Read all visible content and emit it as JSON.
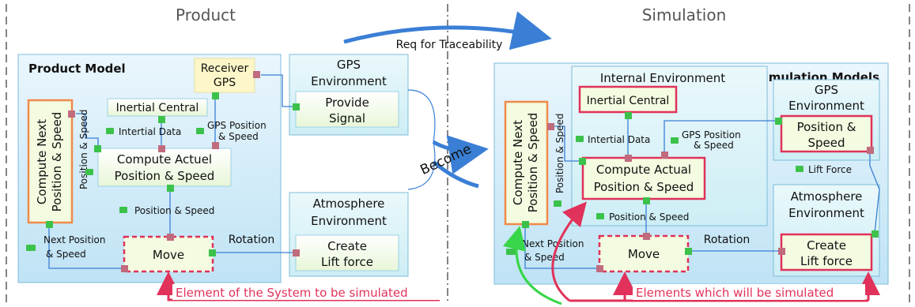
{
  "headers": {
    "left": "Product",
    "right": "Simulation"
  },
  "top_arrow_label": "Req for Traceability",
  "middle_arrow_label": "Become",
  "product": {
    "panel_title": "Product Model",
    "receiver_gps": [
      "Receiver",
      "GPS"
    ],
    "inertial_central": "Inertial Central",
    "compute_next": [
      "Compute Next",
      "Position & Speed"
    ],
    "compute_actuel": [
      "Compute Actuel",
      "Position & Speed"
    ],
    "move": "Move",
    "gps_env_title": [
      "GPS",
      "Environment"
    ],
    "provide_signal": [
      "Provide",
      "Signal"
    ],
    "atm_env_title": [
      "Atmosphere",
      "Environment"
    ],
    "create_lift": [
      "Create",
      "Lift force"
    ],
    "labels": {
      "position_speed_vertical": "Position & Speed",
      "intertial_data": "Intertial Data",
      "gps_position": [
        "GPS Position",
        "& Speed"
      ],
      "position_speed": "Position & Speed",
      "next_position": [
        "Next Position",
        "& Speed"
      ],
      "rotation": "Rotation"
    },
    "note": "Element of the System to be simulated"
  },
  "simulation": {
    "panel_title": "Simulation Models",
    "internal_env_title": "Internal Environment",
    "inertial_central": "Inertial Central",
    "compute_next": [
      "Compute Next",
      "Position & Speed"
    ],
    "compute_actual": [
      "Compute Actual",
      "Position & Speed"
    ],
    "move": "Move",
    "gps_env_title": [
      "GPS",
      "Environment"
    ],
    "position_speed_box": [
      "Position &",
      "Speed"
    ],
    "atm_env_title": [
      "Atmosphere",
      "Environment"
    ],
    "create_lift": [
      "Create",
      "Lift force"
    ],
    "labels": {
      "position_speed_vertical": "Position & Speed",
      "intertial_data": "Intertial Data",
      "gps_position": [
        "GPS Position",
        "& Speed"
      ],
      "lift_force": "Lift Force",
      "position_speed": "Position & Speed",
      "next_position": [
        "Next Position",
        "& Speed"
      ],
      "rotation": "Rotation"
    },
    "note": "Elements which will be simulated"
  },
  "colors": {
    "panel_fill": "#d7eefa",
    "panel_stroke": "#7fbcd8",
    "box_fill": "#f3fbe0",
    "box_stroke": "#9fd1e3",
    "orange": "#f08a4b",
    "red": "#e0325a",
    "blue": "#3a7fd5",
    "green": "#38d64a",
    "yellow": "#fdf6c8",
    "pink_port": "#c06b7e",
    "green_port": "#3cc24b"
  }
}
